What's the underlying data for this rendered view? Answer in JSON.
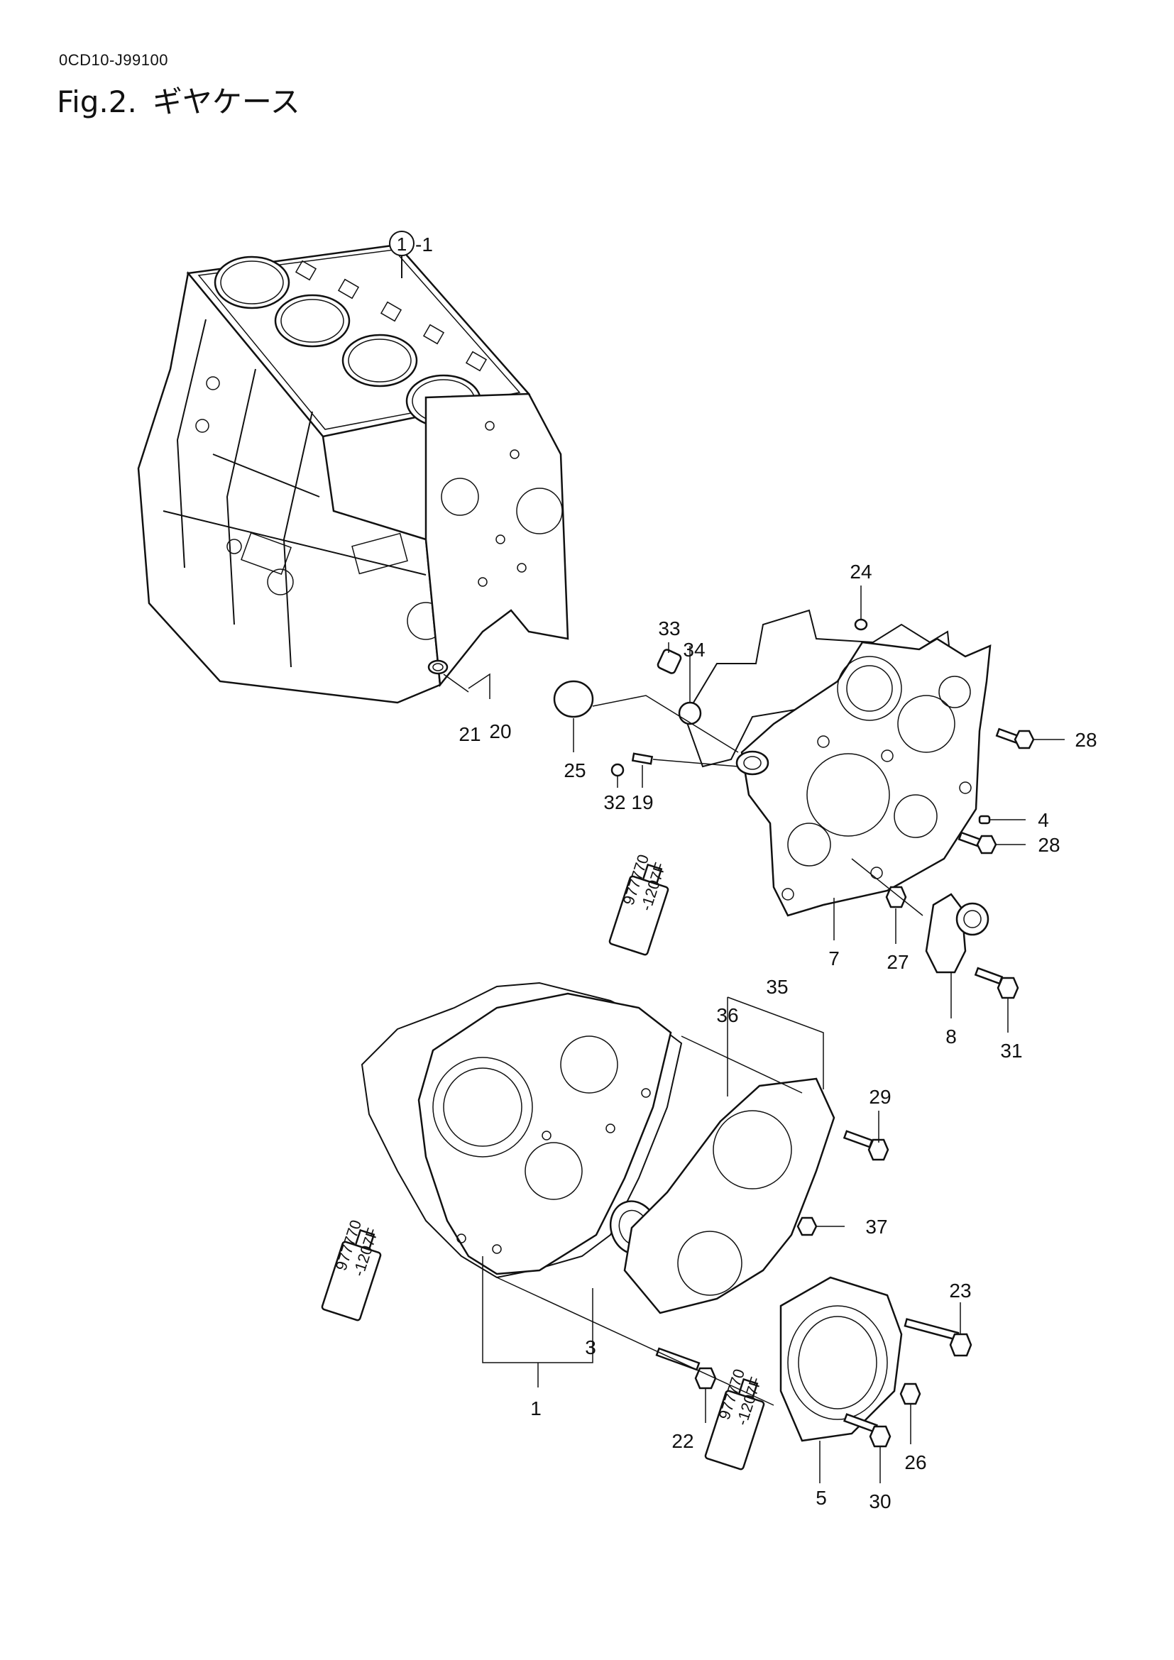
{
  "header": {
    "doc_code": "0CD10-J99100",
    "fig_number": "Fig.2.",
    "fig_name": "ギヤケース"
  },
  "reference": {
    "circle_number": "1",
    "suffix": "-1"
  },
  "callouts": [
    "1",
    "3",
    "4",
    "5",
    "7",
    "8",
    "19",
    "20",
    "21",
    "22",
    "23",
    "24",
    "25",
    "26",
    "27",
    "28",
    "28",
    "29",
    "30",
    "31",
    "32",
    "33",
    "34",
    "35",
    "36",
    "37"
  ],
  "sealant_tube": {
    "line1": "977770",
    "line2": "-1207F"
  }
}
